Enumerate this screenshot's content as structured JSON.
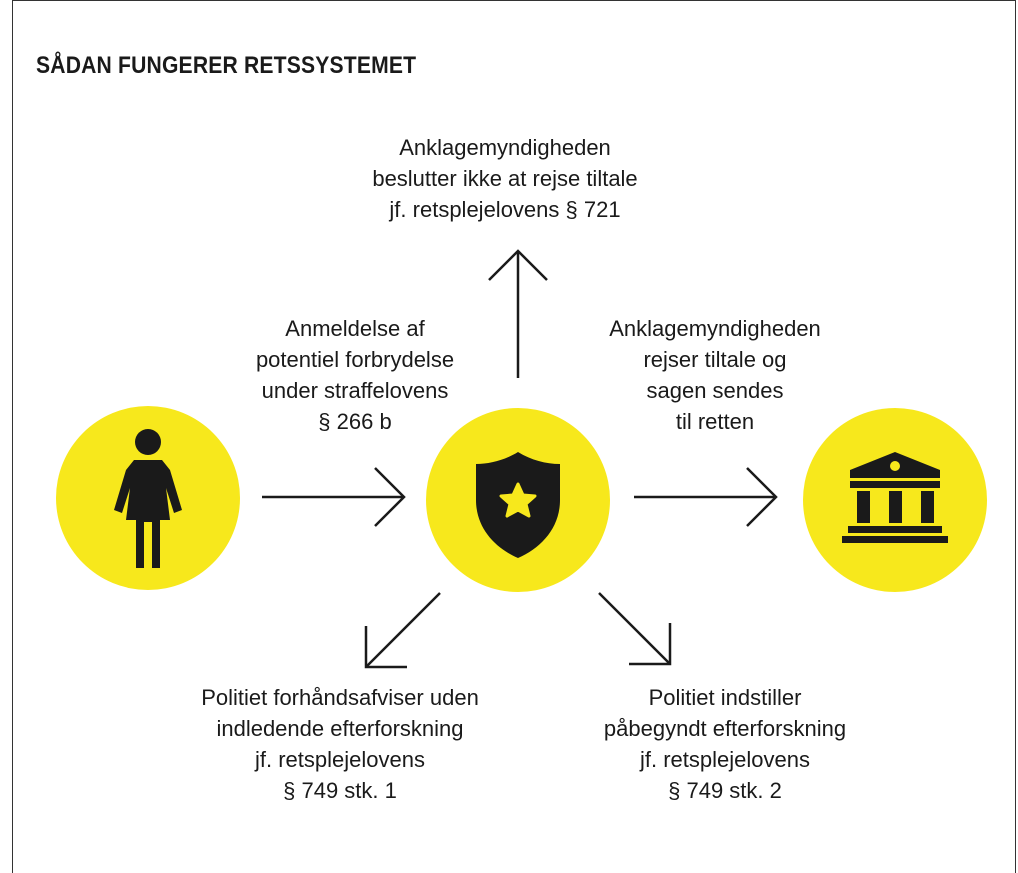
{
  "title": "SÅDAN FUNGERER RETSSYSTEMET",
  "colors": {
    "accent": "#f7e81c",
    "ink": "#1a1a1a"
  },
  "nodes": [
    {
      "id": "person",
      "icon": "person-icon"
    },
    {
      "id": "police",
      "icon": "police-shield-icon"
    },
    {
      "id": "court",
      "icon": "courthouse-icon"
    }
  ],
  "labels": {
    "top": [
      "Anklagemyndigheden",
      "beslutter ikke at rejse tiltale",
      "jf. retsplejelovens § 721"
    ],
    "left": [
      "Anmeldelse af",
      "potentiel forbrydelse",
      "under straffelovens",
      "§ 266 b"
    ],
    "right": [
      "Anklagemyndigheden",
      "rejser tiltale og",
      "sagen sendes",
      "til retten"
    ],
    "bottom_left": [
      "Politiet forhåndsafviser uden",
      "indledende efterforskning",
      "jf. retsplejelovens",
      "§ 749 stk. 1"
    ],
    "bottom_right": [
      "Politiet indstiller",
      "påbegyndt efterforskning",
      "jf. retsplejelovens",
      "§ 749 stk. 2"
    ]
  }
}
